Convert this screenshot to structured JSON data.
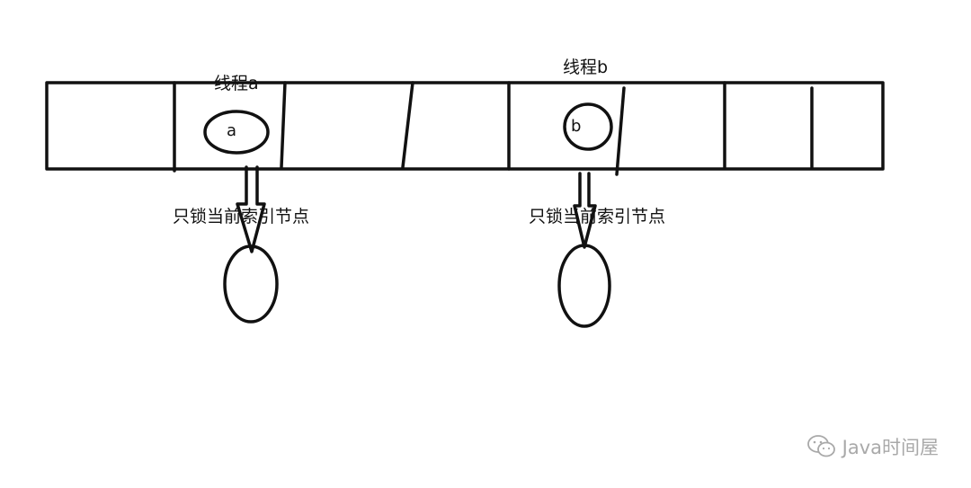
{
  "labels": {
    "thread_a": "线程a",
    "thread_b": "线程b",
    "node_a": "a",
    "node_b": "b",
    "lock_note_a": "只锁当前索引节点",
    "lock_note_b": "只锁当前索引节点"
  },
  "watermark": {
    "icon": "wechat-icon",
    "text": "Java时间屋"
  },
  "colors": {
    "stroke": "#111111",
    "watermark": "#a9a9a9"
  }
}
